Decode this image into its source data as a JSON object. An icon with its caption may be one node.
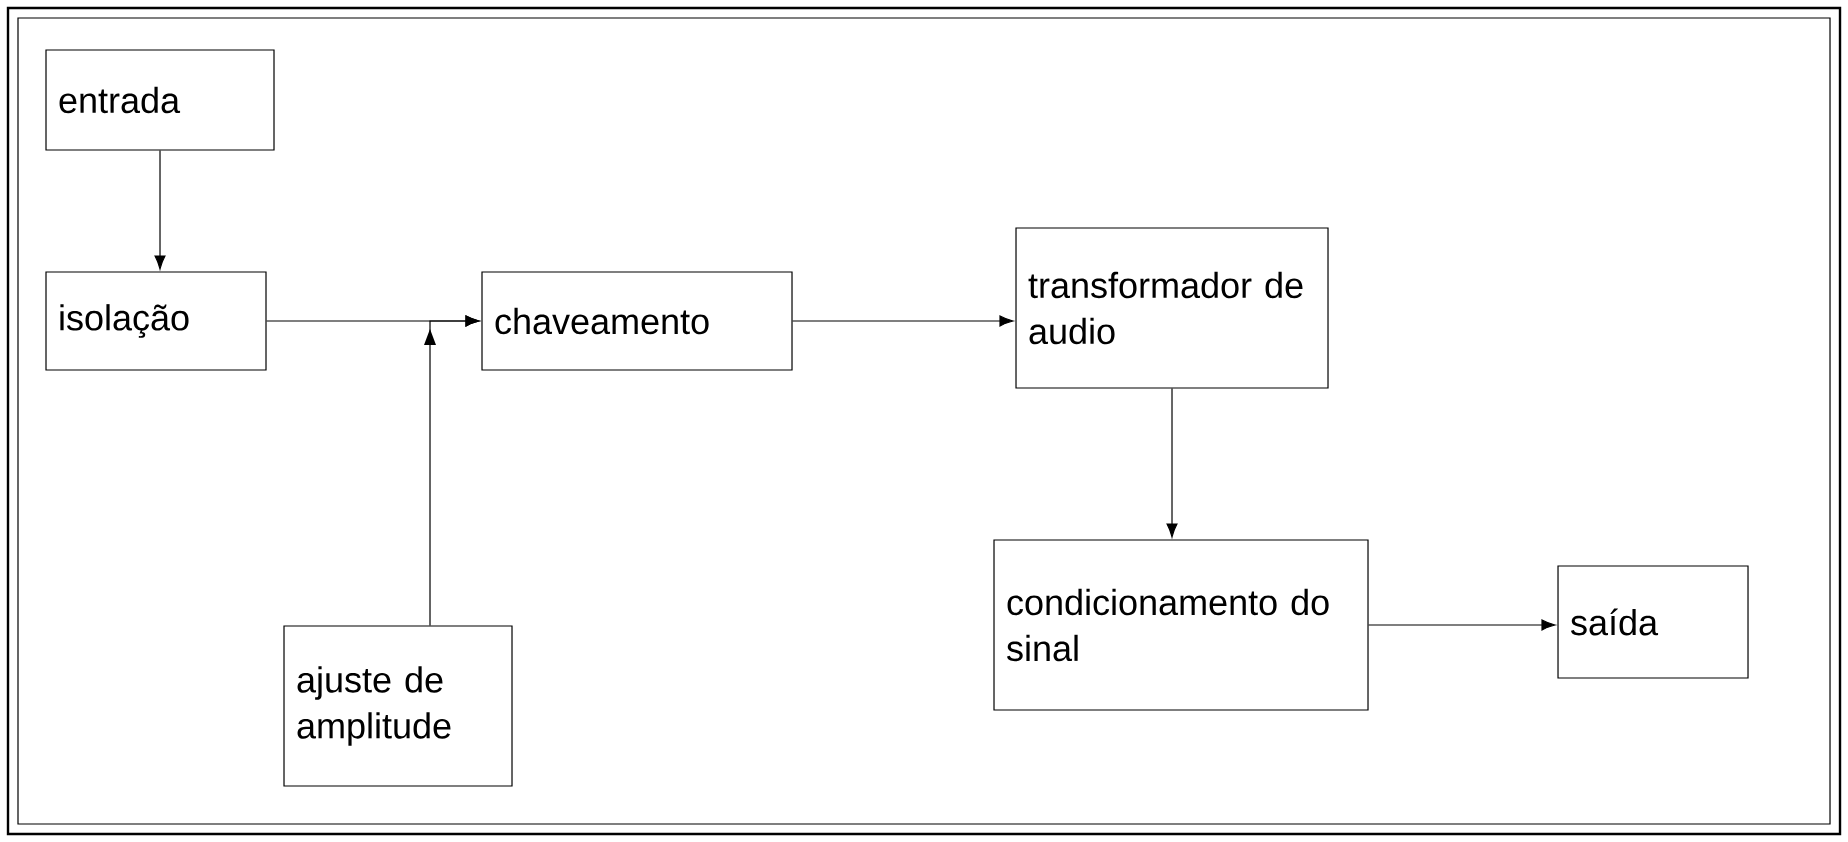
{
  "diagram": {
    "nodes": [
      {
        "text": [
          "entrada"
        ]
      },
      {
        "text": [
          "isolação"
        ]
      },
      {
        "text": [
          "chaveamento"
        ]
      },
      {
        "text": [
          "transformador de audio"
        ]
      },
      {
        "text": [
          "ajuste de amplitude"
        ]
      },
      {
        "text": [
          "condicionamento do sinal"
        ]
      },
      {
        "text": [
          "saída"
        ]
      }
    ],
    "edges": [
      {
        "from": 0,
        "to": 1,
        "arrow": "to"
      },
      {
        "from": 1,
        "to": 2,
        "arrow": "to"
      },
      {
        "from": 4,
        "to": 2,
        "arrow": "to"
      },
      {
        "from": 2,
        "to": 3,
        "arrow": "to"
      },
      {
        "from": 3,
        "to": 5,
        "arrow": "to"
      },
      {
        "from": 5,
        "to": 6,
        "arrow": "to"
      }
    ]
  }
}
